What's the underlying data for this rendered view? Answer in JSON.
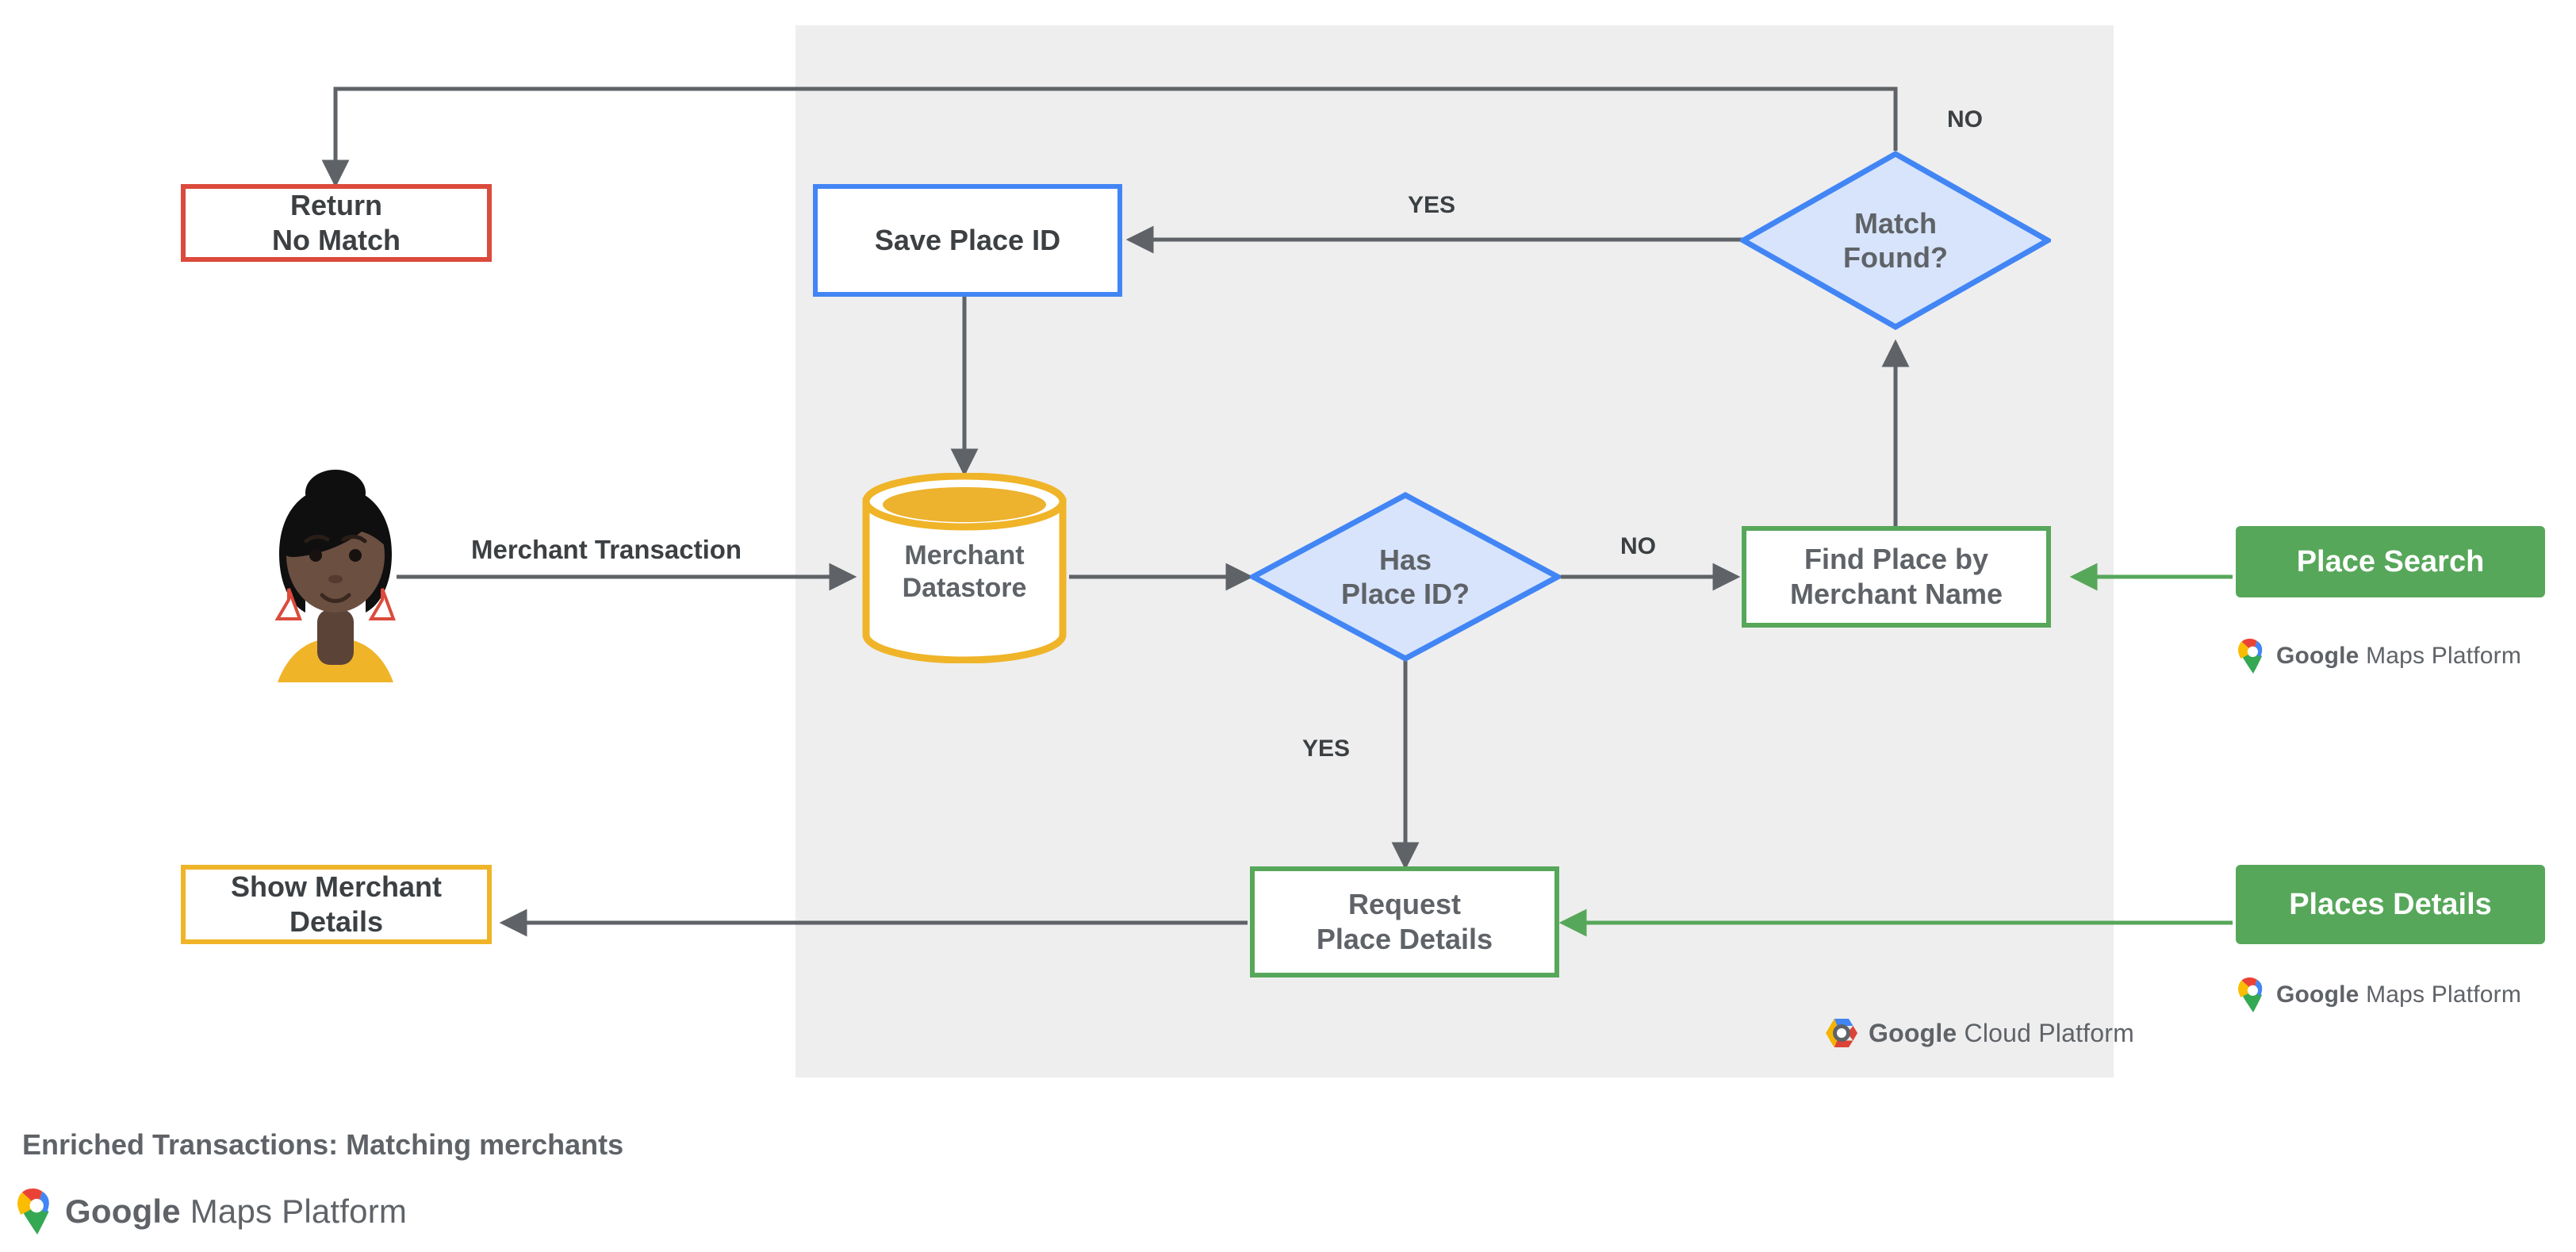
{
  "diagram": {
    "caption": "Enriched Transactions: Matching merchants",
    "panel_brand": {
      "google": "Google",
      "product": "Cloud Platform",
      "icon": "google-cloud-platform-logo"
    },
    "maps_brand": {
      "google": "Google",
      "product": "Maps Platform",
      "icon": "google-maps-platform-pin-icon"
    }
  },
  "actor": {
    "name": "merchant-customer-avatar",
    "alt": "Illustrated person avatar"
  },
  "nodes": {
    "return_no_match": {
      "label": "Return\nNo Match",
      "shape": "process",
      "color": "#DB4A3C"
    },
    "save_place_id": {
      "label": "Save Place ID",
      "shape": "process",
      "color": "#4285F4"
    },
    "match_found": {
      "label": "Match\nFound?",
      "shape": "decision",
      "color": "#4285F4",
      "fill": "#D7E4FB"
    },
    "merchant_datastore": {
      "label": "Merchant\nDatastore",
      "shape": "datastore",
      "color": "#F0B429"
    },
    "has_place_id": {
      "label": "Has\nPlace ID?",
      "shape": "decision",
      "color": "#4285F4",
      "fill": "#D7E4FB"
    },
    "find_place_by_merchant_name": {
      "label": "Find Place by\nMerchant Name",
      "shape": "process",
      "color": "#57A75A"
    },
    "request_place_details": {
      "label": "Request\nPlace Details",
      "shape": "process",
      "color": "#57A75A"
    },
    "show_merchant_details": {
      "label": "Show Merchant\nDetails",
      "shape": "process",
      "color": "#F0B429"
    },
    "place_search": {
      "label": "Place Search",
      "shape": "api",
      "color": "#57A75A"
    },
    "places_details": {
      "label": "Places Details",
      "shape": "api",
      "color": "#57A75A"
    }
  },
  "edges": {
    "merchant_transaction": "Merchant Transaction",
    "match_found_no": "NO",
    "match_found_yes": "YES",
    "has_place_id_no": "NO",
    "has_place_id_yes": "YES"
  },
  "colors": {
    "panel_bg": "#eeeeee",
    "wire": "#5f6368",
    "green_wire": "#57A75A",
    "red": "#DB4A3C",
    "blue": "#4285F4",
    "amber": "#F0B429",
    "green": "#57A75A",
    "text": "#3c4043",
    "muted_text": "#5f6368"
  }
}
